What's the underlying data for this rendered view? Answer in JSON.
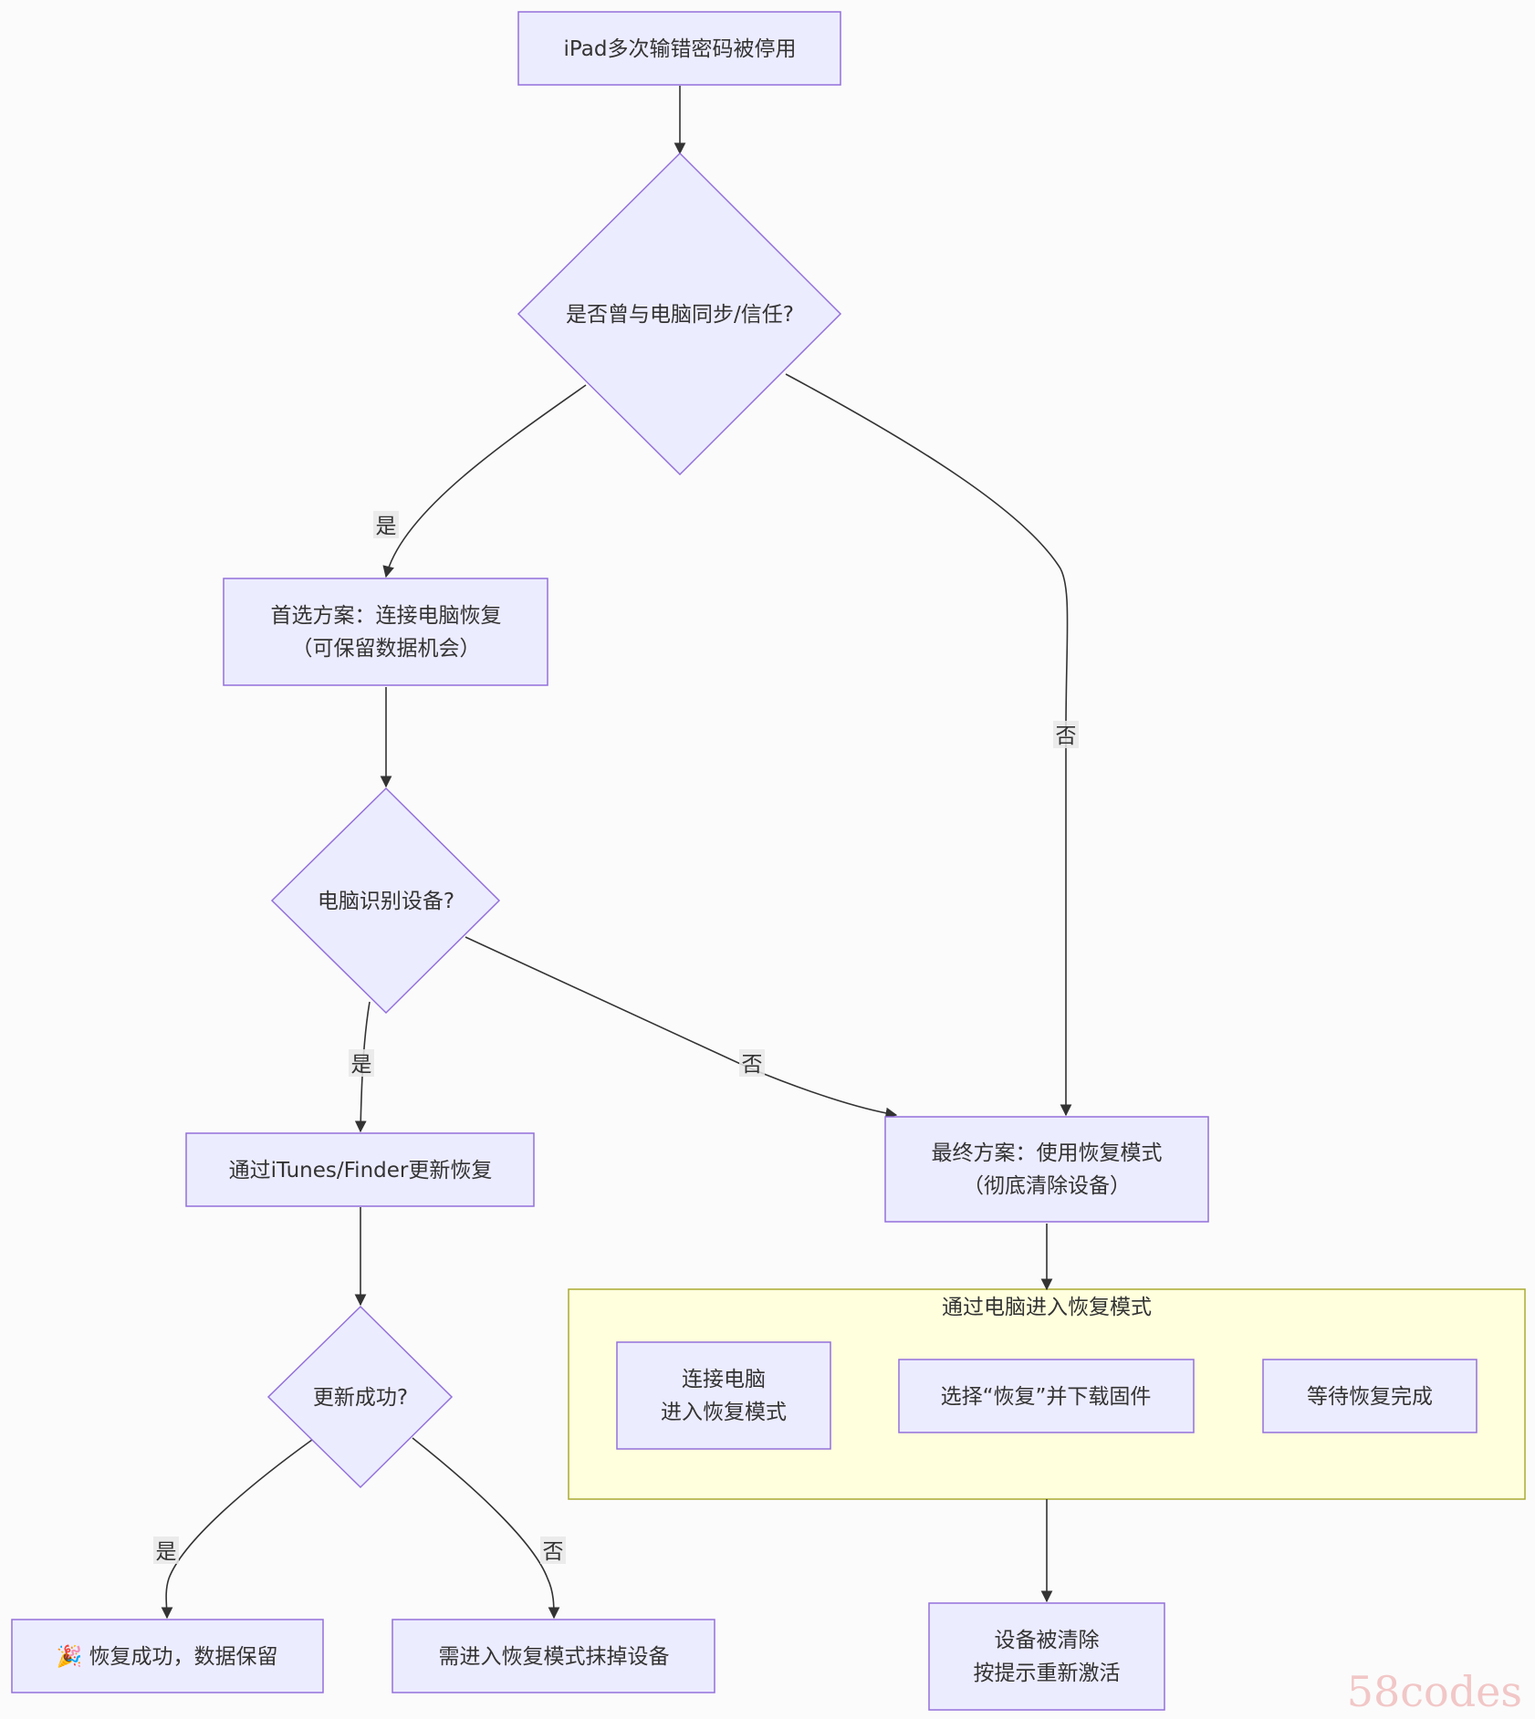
{
  "nodes": {
    "start": "iPad多次输错密码被停用",
    "decision_synced": "是否曾与电脑同步/信任?",
    "preferred_plan": [
      "首选方案：连接电脑恢复",
      "（可保留数据机会）"
    ],
    "decision_recognized": "电脑识别设备?",
    "itunes_update": "通过iTunes/Finder更新恢复",
    "decision_update_success": "更新成功?",
    "success": "🎉 恢复成功，数据保留",
    "need_recovery_erase": "需进入恢复模式抹掉设备",
    "final_plan": [
      "最终方案：使用恢复模式",
      "（彻底清除设备）"
    ],
    "step_connect": [
      "连接电脑",
      "进入恢复模式"
    ],
    "step_select_restore": "选择“恢复”并下载固件",
    "step_wait": "等待恢复完成",
    "device_erased": [
      "设备被清除",
      "按提示重新激活"
    ]
  },
  "subgraph": {
    "title": "通过电脑进入恢复模式"
  },
  "edge_labels": {
    "synced_yes": "是",
    "synced_no": "否",
    "recognized_yes": "是",
    "recognized_no": "否",
    "update_yes": "是",
    "update_no": "否"
  },
  "watermark": "58codes",
  "colors": {
    "node_fill": "#ececff",
    "node_stroke": "#9370db",
    "cluster_fill": "#ffffde",
    "cluster_stroke": "#aaaa33",
    "edge": "#333333",
    "watermark": "#f2c7c7"
  }
}
